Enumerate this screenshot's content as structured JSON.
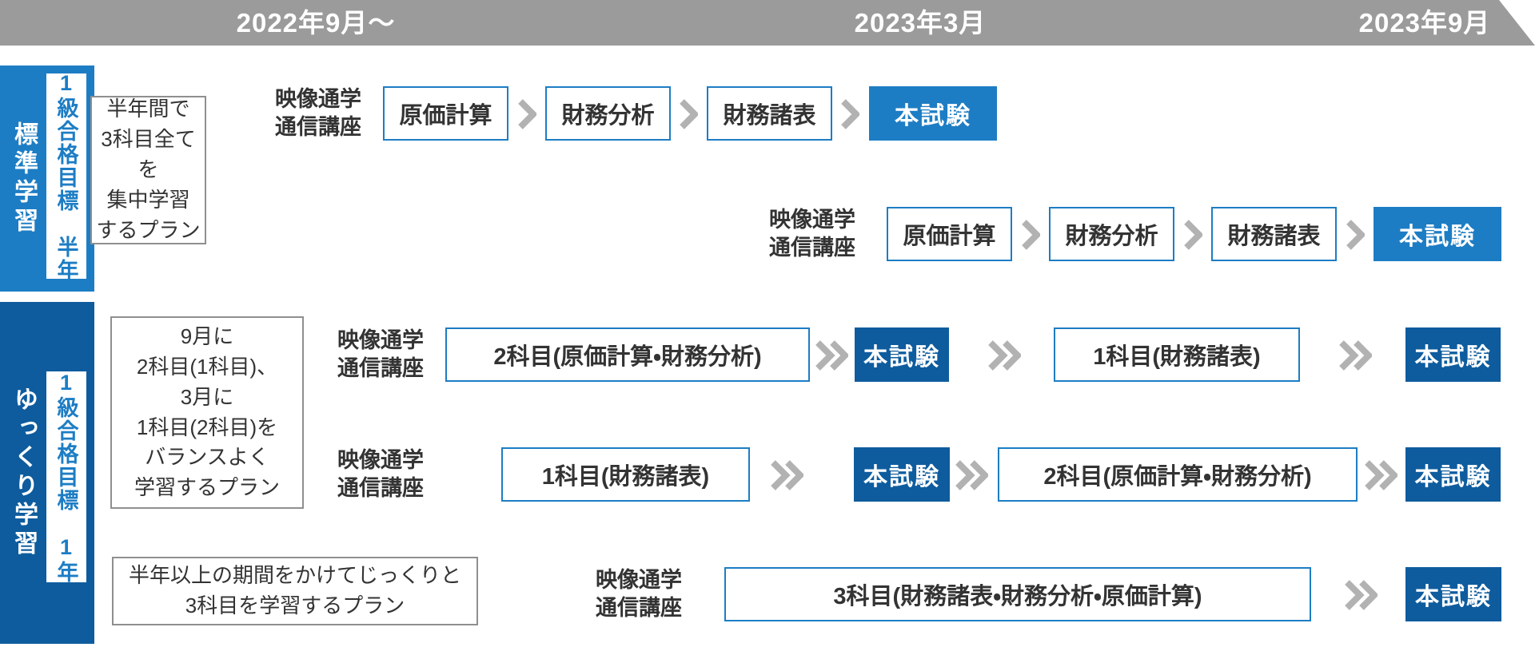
{
  "colors": {
    "primary_blue": "#1d7dc4",
    "dark_blue": "#0e5c9e",
    "header_gray": "#9b9b9b",
    "chevron_gray": "#b2b2b2",
    "plan_border_gray": "#8f8f8f",
    "text_dark": "#333333"
  },
  "header": {
    "date_start": "2022年9月〜",
    "date_mid": "2023年3月",
    "date_end": "2023年9月"
  },
  "standard": {
    "side_label": "標準学習",
    "goal_label": "1級合格目標　半年",
    "plan_note": "半年間で\n3科目全てを\n集中学習\nするプラン",
    "row1": {
      "course_label": "映像通学\n通信講座",
      "subjects": [
        "原価計算",
        "財務分析",
        "財務諸表"
      ],
      "exam": "本試験"
    },
    "row2": {
      "course_label": "映像通学\n通信講座",
      "subjects": [
        "原価計算",
        "財務分析",
        "財務諸表"
      ],
      "exam": "本試験"
    }
  },
  "slow": {
    "side_label": "ゆっくり学習",
    "goal_label": "1級合格目標　1年",
    "plan_note_balance": "9月に\n2科目(1科目)、\n3月に\n1科目(2科目)を\nバランスよく\n学習するプラン",
    "plan_note_long": "半年以上の期間をかけてじっくりと\n3科目を学習するプラン",
    "row3": {
      "course_label": "映像通学\n通信講座",
      "step1": "2科目(原価計算・財務分析)",
      "exam1": "本試験",
      "step2": "1科目(財務諸表)",
      "exam2": "本試験"
    },
    "row4": {
      "course_label": "映像通学\n通信講座",
      "step1": "1科目(財務諸表)",
      "exam1": "本試験",
      "step2": "2科目(原価計算・財務分析)",
      "exam2": "本試験"
    },
    "row5": {
      "course_label": "映像通学\n通信講座",
      "step1": "3科目(財務諸表・財務分析・原価計算)",
      "exam": "本試験"
    }
  }
}
